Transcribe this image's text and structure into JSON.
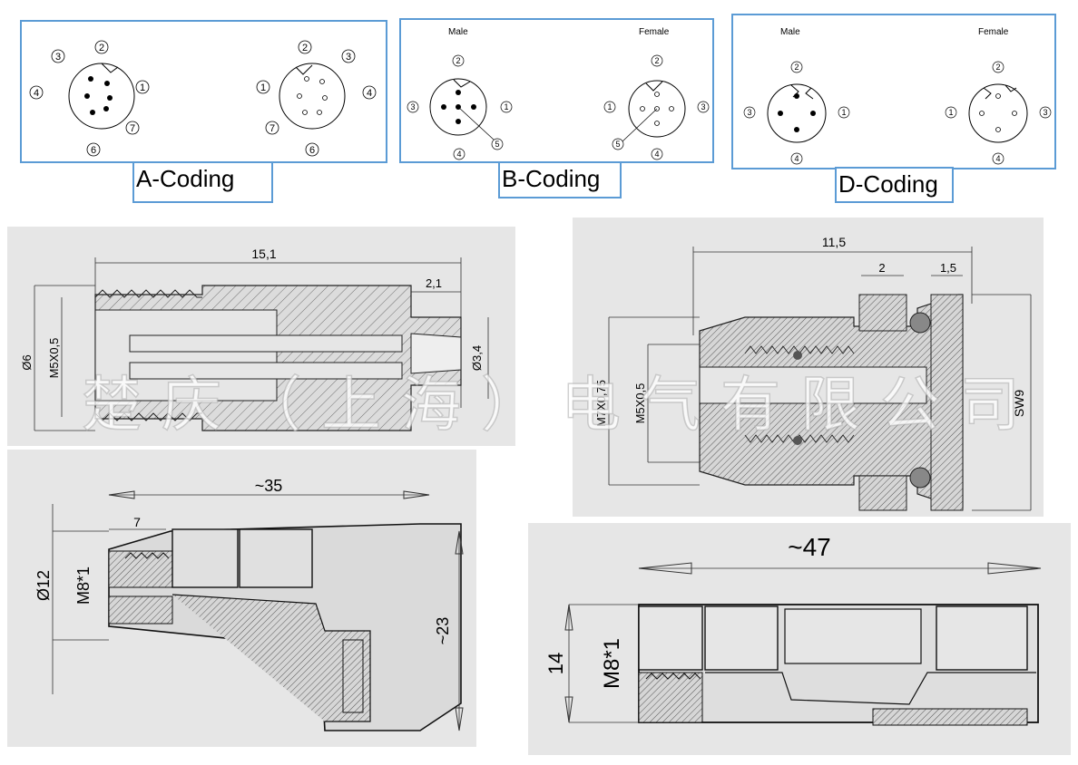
{
  "codings": [
    {
      "label": "A-Coding",
      "male_title": "",
      "female_title": "",
      "left_pins": [
        "1",
        "2",
        "3",
        "4",
        "6",
        "7"
      ],
      "right_pins": [
        "1",
        "2",
        "3",
        "4",
        "6",
        "7"
      ]
    },
    {
      "label": "B-Coding",
      "male_title": "Male",
      "female_title": "Female",
      "left_pins": [
        "1",
        "2",
        "3",
        "4",
        "5"
      ],
      "right_pins": [
        "1",
        "2",
        "3",
        "4",
        "5"
      ]
    },
    {
      "label": "D-Coding",
      "male_title": "Male",
      "female_title": "Female",
      "left_pins": [
        "1",
        "2",
        "3",
        "4"
      ],
      "right_pins": [
        "1",
        "2",
        "3",
        "4"
      ]
    }
  ],
  "drawings": {
    "m5_male": {
      "dim_length": "15,1",
      "dim_tip": "2,1",
      "dim_od": "Ø6",
      "dim_thread": "M5X0,5",
      "dim_cable": "Ø3,4"
    },
    "m5_panel": {
      "dim_length": "11,5",
      "dim_a": "2",
      "dim_b": "1,5",
      "dim_thread_outer": "M7X0,75",
      "dim_thread_inner": "M5X0,5",
      "dim_sw": "SW9"
    },
    "m8_angled": {
      "dim_length": "~35",
      "dim_a": "7",
      "dim_od": "Ø12",
      "dim_thread": "M8*1",
      "dim_height": "~23"
    },
    "m8_straight": {
      "dim_length": "~47",
      "dim_od": "14",
      "dim_thread": "M8*1"
    }
  },
  "watermark": "楚庆（上海）电气有限公司",
  "colors": {
    "box_border": "#5b9bd5",
    "drawing_bg": "#e6e6e6"
  }
}
